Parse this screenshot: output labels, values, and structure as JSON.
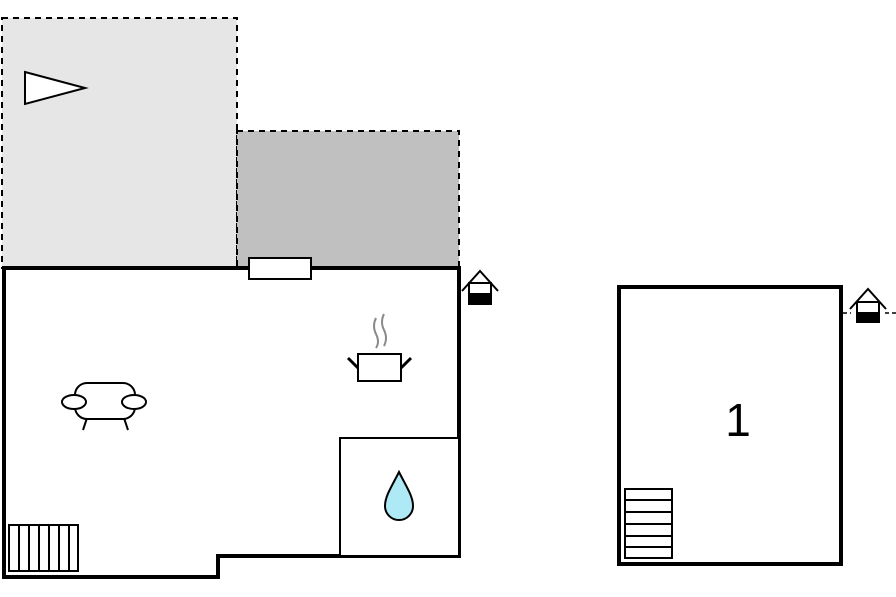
{
  "floor_plan": {
    "colors": {
      "wall": "#000000",
      "terrace_light": "#e6e6e6",
      "terrace_dark": "#c0c0c0",
      "water_drop": "#aeeaf6",
      "steam": "#8a8a8a",
      "background": "#ffffff"
    },
    "main_building": {
      "areas": [
        "terrace-open",
        "terrace-covered",
        "living-room",
        "bathroom"
      ],
      "icons": [
        "north-arrow-icon",
        "sofa-icon",
        "kitchen-pot-icon",
        "water-drop-icon",
        "stairs-icon",
        "entrance-icon",
        "window-icon"
      ]
    },
    "annex": {
      "room_number": "1",
      "icons": [
        "stairs-icon",
        "entrance-icon"
      ]
    }
  }
}
